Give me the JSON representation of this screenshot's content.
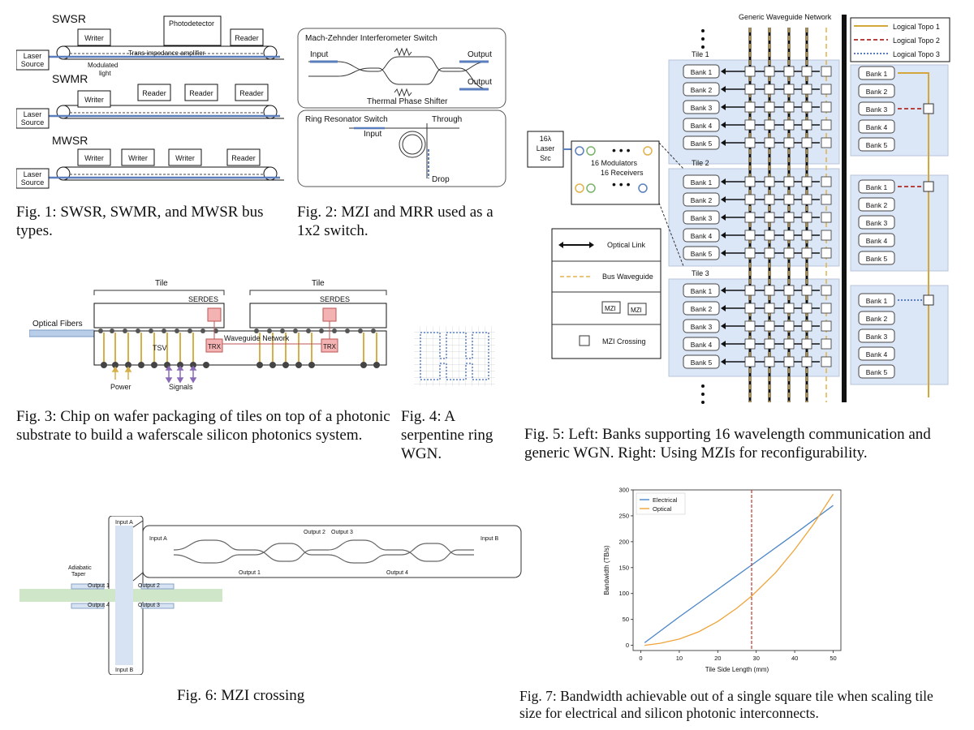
{
  "fig1": {
    "caption": "Fig. 1: SWSR, SWMR, and MWSR bus types.",
    "swsr": "SWSR",
    "swmr": "SWMR",
    "mwsr": "MWSR",
    "writer": "Writer",
    "reader": "Reader",
    "laser_l1": "Laser",
    "laser_l2": "Source",
    "photodetector": "Photodetector",
    "tia": "Trans-impedance amplifier",
    "modulated_l1": "Modulated",
    "modulated_l2": "light"
  },
  "fig2": {
    "caption": "Fig. 2: MZI and MRR used as a 1x2 switch.",
    "mzi_title": "Mach-Zehnder Interferometer Switch",
    "input": "Input",
    "output": "Output",
    "thermal": "Thermal Phase Shifter",
    "ring_title": "Ring Resonator Switch",
    "through": "Through",
    "drop": "Drop"
  },
  "fig3": {
    "caption": "Fig. 3: Chip on wafer packaging of tiles on top of a photonic substrate to build a waferscale silicon photonics system.",
    "tile": "Tile",
    "serdes": "SERDES",
    "optical_fibers": "Optical Fibers",
    "tsv": "TSV",
    "trx": "TRX",
    "wgn": "Waveguide Network",
    "power": "Power",
    "signals": "Signals"
  },
  "fig4": {
    "caption_l1": "Fig.    4:    A",
    "caption_l2": "serpentine ring",
    "caption_l3": "WGN."
  },
  "fig5": {
    "caption": "Fig. 5: Left: Banks supporting 16 wavelength communication and generic WGN. Right: Using MZIs for reconfigurability.",
    "generic_wgn": "Generic Waveguide Network",
    "tiles": [
      "Tile 1",
      "Tile 2",
      "Tile 3"
    ],
    "banks": [
      "Bank 1",
      "Bank 2",
      "Bank 3",
      "Bank 4",
      "Bank 5"
    ],
    "laser_l1": "16λ",
    "laser_l2": "Laser",
    "laser_l3": "Src",
    "modulators": "16 Modulators",
    "receivers": "16 Receivers",
    "legend_optical": "Optical Link",
    "legend_bus": "Bus Waveguide",
    "legend_mzi": "MZI",
    "legend_crossing": "MZI Crossing",
    "topo": [
      "Logical Topo 1",
      "Logical Topo 2",
      "Logical Topo 3"
    ],
    "topo_colors": [
      "#d4a73c",
      "#b8423c",
      "#5b7fbd"
    ]
  },
  "fig6": {
    "caption": "Fig. 6: MZI crossing",
    "input_a": "Input A",
    "input_b": "Input B",
    "output_1": "Output 1",
    "output_2": "Output 2",
    "output_3": "Output 3",
    "output_4": "Output 4",
    "adiabatic_l1": "Adiabatic",
    "adiabatic_l2": "Taper"
  },
  "fig7": {
    "caption": "Fig. 7: Bandwidth achievable out of a single square tile when scaling tile size for electrical and silicon photonic interconnects.",
    "chart_data": {
      "type": "line",
      "xlabel": "Tile Side Length (mm)",
      "ylabel": "Bandwidth (TB/s)",
      "xlim": [
        -2,
        52
      ],
      "ylim": [
        -10,
        300
      ],
      "xticks": [
        0,
        10,
        20,
        30,
        40,
        50
      ],
      "yticks": [
        0,
        50,
        100,
        150,
        200,
        250,
        300
      ],
      "legend_position": "upper-left",
      "vline_x": 28.8,
      "series": [
        {
          "name": "Electrical",
          "color": "#4a86c8",
          "x": [
            1,
            10,
            20,
            28.8,
            40,
            50
          ],
          "y": [
            5,
            55,
            108,
            155,
            215,
            270
          ]
        },
        {
          "name": "Optical",
          "color": "#f0a43a",
          "x": [
            1,
            5,
            10,
            15,
            20,
            25,
            28.8,
            35,
            40,
            45,
            50
          ],
          "y": [
            0,
            4,
            12,
            26,
            46,
            72,
            95,
            140,
            185,
            235,
            292
          ]
        }
      ]
    }
  }
}
